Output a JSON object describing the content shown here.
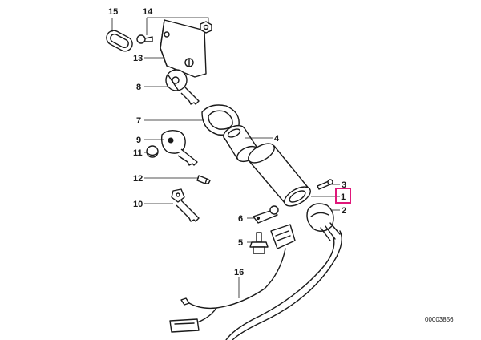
{
  "callouts": [
    {
      "id": "1",
      "label": "1",
      "highlighted": true
    },
    {
      "id": "2",
      "label": "2"
    },
    {
      "id": "3",
      "label": "3"
    },
    {
      "id": "4",
      "label": "4"
    },
    {
      "id": "5",
      "label": "5"
    },
    {
      "id": "6",
      "label": "6"
    },
    {
      "id": "7",
      "label": "7"
    },
    {
      "id": "8",
      "label": "8"
    },
    {
      "id": "9",
      "label": "9"
    },
    {
      "id": "10",
      "label": "10"
    },
    {
      "id": "11",
      "label": "11"
    },
    {
      "id": "12",
      "label": "12"
    },
    {
      "id": "13",
      "label": "13"
    },
    {
      "id": "14",
      "label": "14"
    },
    {
      "id": "15",
      "label": "15"
    },
    {
      "id": "16",
      "label": "16"
    }
  ],
  "highlight_color": "#e0177a",
  "reference_number": "00003856"
}
